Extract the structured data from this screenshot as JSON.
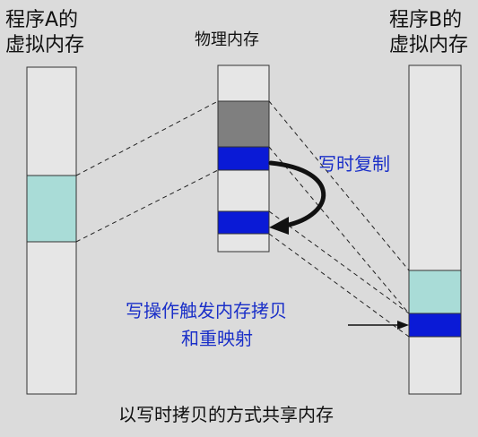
{
  "diagram": {
    "program_a_label": [
      "程序A的",
      "虚拟内存"
    ],
    "physical_label": "物理内存",
    "program_b_label": [
      "程序B的",
      "虚拟内存"
    ],
    "cow_label": "写时复制",
    "write_label": [
      "写操作触发内存拷贝",
      "和重映射"
    ],
    "caption": "以写时拷贝的方式共享内存"
  },
  "colors": {
    "background": "#dbdbdb",
    "column_fill": "#e6e6e6",
    "shared_fill": "#a9dcd7",
    "gray_fill": "#7f7f7f",
    "blue_fill": "#0a1ad6",
    "annotation_text": "#1a2fc8",
    "line": "#222222"
  }
}
